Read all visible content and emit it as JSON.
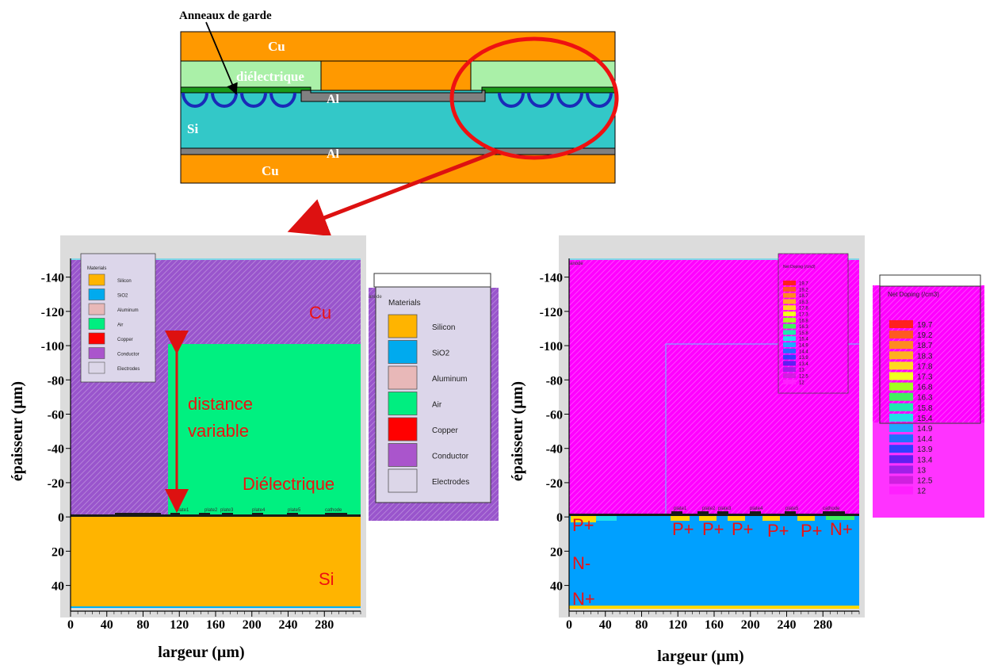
{
  "schematic": {
    "annotation": "Anneaux de garde",
    "cu_top": "Cu",
    "dielectric": "diélectrique",
    "al_top": "Al",
    "si": "Si",
    "al_bottom": "Al",
    "cu_bottom": "Cu",
    "colors": {
      "copper": "#ff9900",
      "dielectric": "#aaf0a8",
      "silicon": "#33c8c8",
      "aluminum": "#808080",
      "rings": "#1a2ab8",
      "highlight": "#ee1111",
      "guard": "#1a9a1a"
    }
  },
  "left_panel": {
    "region_labels": {
      "cu": "Cu",
      "distance": "distance",
      "variable": "variable",
      "dielectric": "Diélectrique",
      "si": "Si"
    },
    "electrodes": [
      "plate1",
      "plate2",
      "plate3",
      "plate4",
      "plate5",
      "cathode"
    ],
    "side_corner_label": "anode",
    "legend": {
      "title": "Materials",
      "items": [
        {
          "label": "Silicon",
          "color": "#ffb400"
        },
        {
          "label": "SiO2",
          "color": "#00aaee"
        },
        {
          "label": "Aluminum",
          "color": "#e8b8b8"
        },
        {
          "label": "Air",
          "color": "#00ee80"
        },
        {
          "label": "Copper",
          "color": "#ff0000"
        },
        {
          "label": "Conductor",
          "color": "#aa55cc"
        },
        {
          "label": "Electrodes",
          "color": "#dcd6e8"
        }
      ]
    },
    "colors": {
      "conductor": "#9955cc",
      "air": "#00f080",
      "silicon": "#ffb400",
      "arrow": "#dd1111"
    }
  },
  "right_panel": {
    "region_labels": [
      "P+",
      "P+",
      "P+",
      "P+",
      "P+",
      "P+",
      "N+",
      "N-",
      "N+"
    ],
    "electrodes": [
      "plate1",
      "plate2",
      "plate3",
      "plate4",
      "plate5",
      "cathode"
    ],
    "corner_label": "anode",
    "legend": {
      "title": "Net Doping (/cm3)",
      "values": [
        "19.7",
        "19.2",
        "18.7",
        "18.3",
        "17.8",
        "17.3",
        "16.8",
        "16.3",
        "15.8",
        "15.4",
        "14.9",
        "14.4",
        "13.9",
        "13.4",
        "13",
        "12.5",
        "12"
      ],
      "colors": [
        "#ff2020",
        "#ff5a20",
        "#ff8a20",
        "#ffb020",
        "#ffd820",
        "#f0ff20",
        "#a0ff20",
        "#40f060",
        "#20e8b0",
        "#20e0e8",
        "#20a8ff",
        "#2070ff",
        "#3040ff",
        "#6020f0",
        "#a020e8",
        "#d020e0",
        "#ff20ff"
      ]
    },
    "colors": {
      "doping": "#ff00ff",
      "substrate": "#00a0ff"
    }
  },
  "axes": {
    "x_label": "largeur (µm)",
    "y_label": "épaisseur (µm)",
    "x_ticks": [
      "0",
      "40",
      "80",
      "120",
      "160",
      "200",
      "240",
      "280"
    ],
    "y_ticks": [
      "-140",
      "-120",
      "-100",
      "-80",
      "-60",
      "-40",
      "-20",
      "0",
      "20",
      "40"
    ]
  }
}
